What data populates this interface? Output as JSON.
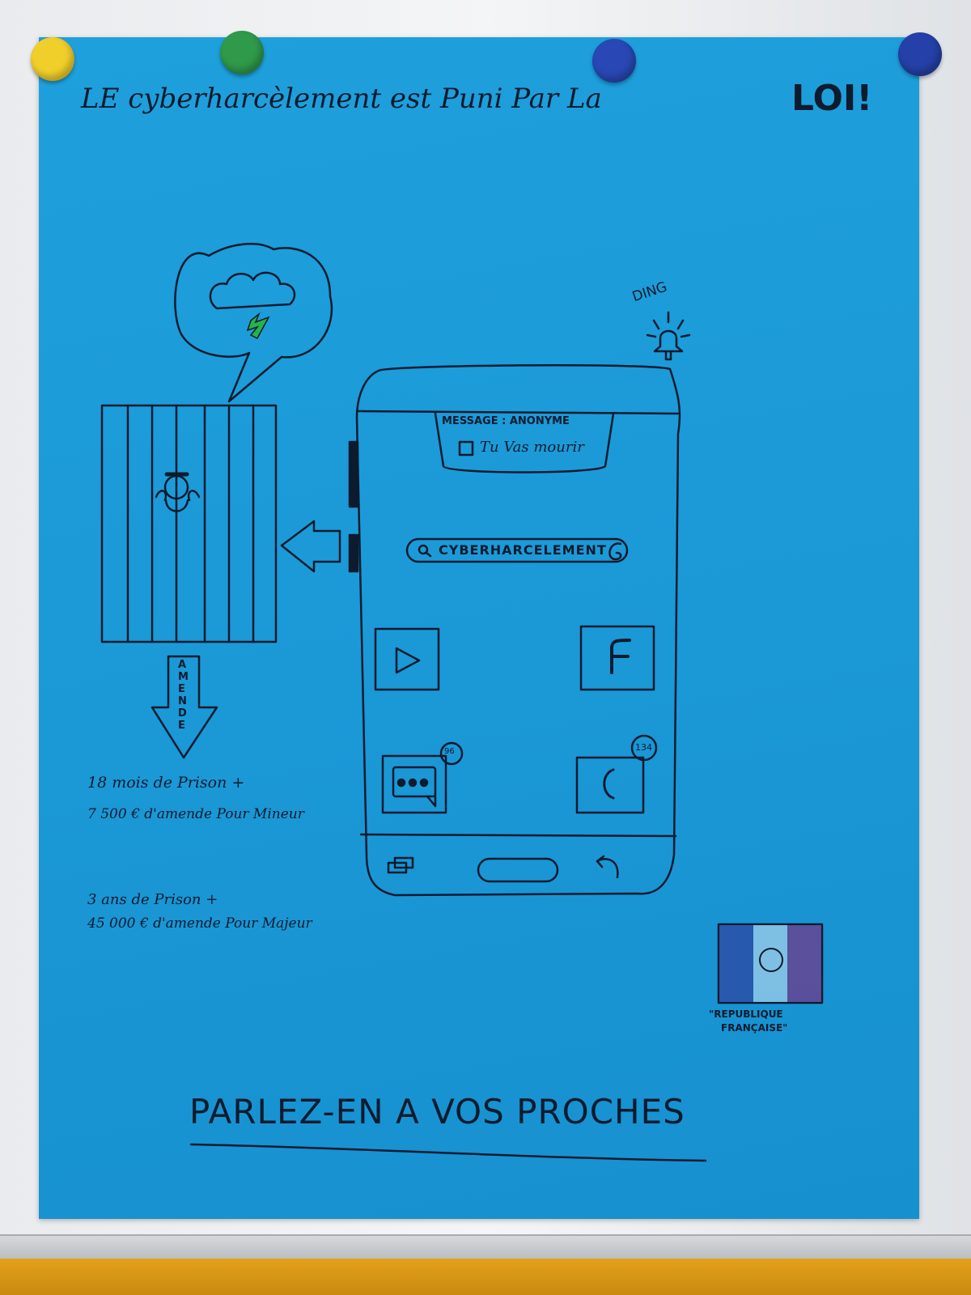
{
  "poster": {
    "title_main": "LE cyberharcèlement est Puni Par La",
    "title_bold": "LOI!",
    "ding": "DING",
    "notification": {
      "header": "MESSAGE : ANONYME",
      "text": "Tu Vas mourir"
    },
    "search": "CYBERHARCELEMENT",
    "fine_arrow": "AMENDE",
    "minor_line1": "18 mois de Prison +",
    "minor_line2": "7 500 € d'amende Pour Mineur",
    "adult_line1": "3 ans de Prison +",
    "adult_line2": "45 000 € d'amende Pour Majeur",
    "badges": {
      "messages": "96",
      "calls": "134"
    },
    "flag_caption_1": "\"REPUBLIQUE",
    "flag_caption_2": "FRANÇAISE\"",
    "bottom_slogan": "PARLEZ-EN A VOS PROCHES"
  },
  "colors": {
    "poster_blue": "#1b98d6",
    "ink": "#0d1b2e",
    "lightning": "#27b24a",
    "flag_blue": "#2a4fa8",
    "flag_red": "#6b3f8f"
  },
  "icons": [
    "play-icon",
    "facebook-icon",
    "chat-icon",
    "phone-icon",
    "search-icon",
    "google-icon",
    "bell-icon",
    "back-icon",
    "recent-apps-icon",
    "home-button-icon"
  ]
}
